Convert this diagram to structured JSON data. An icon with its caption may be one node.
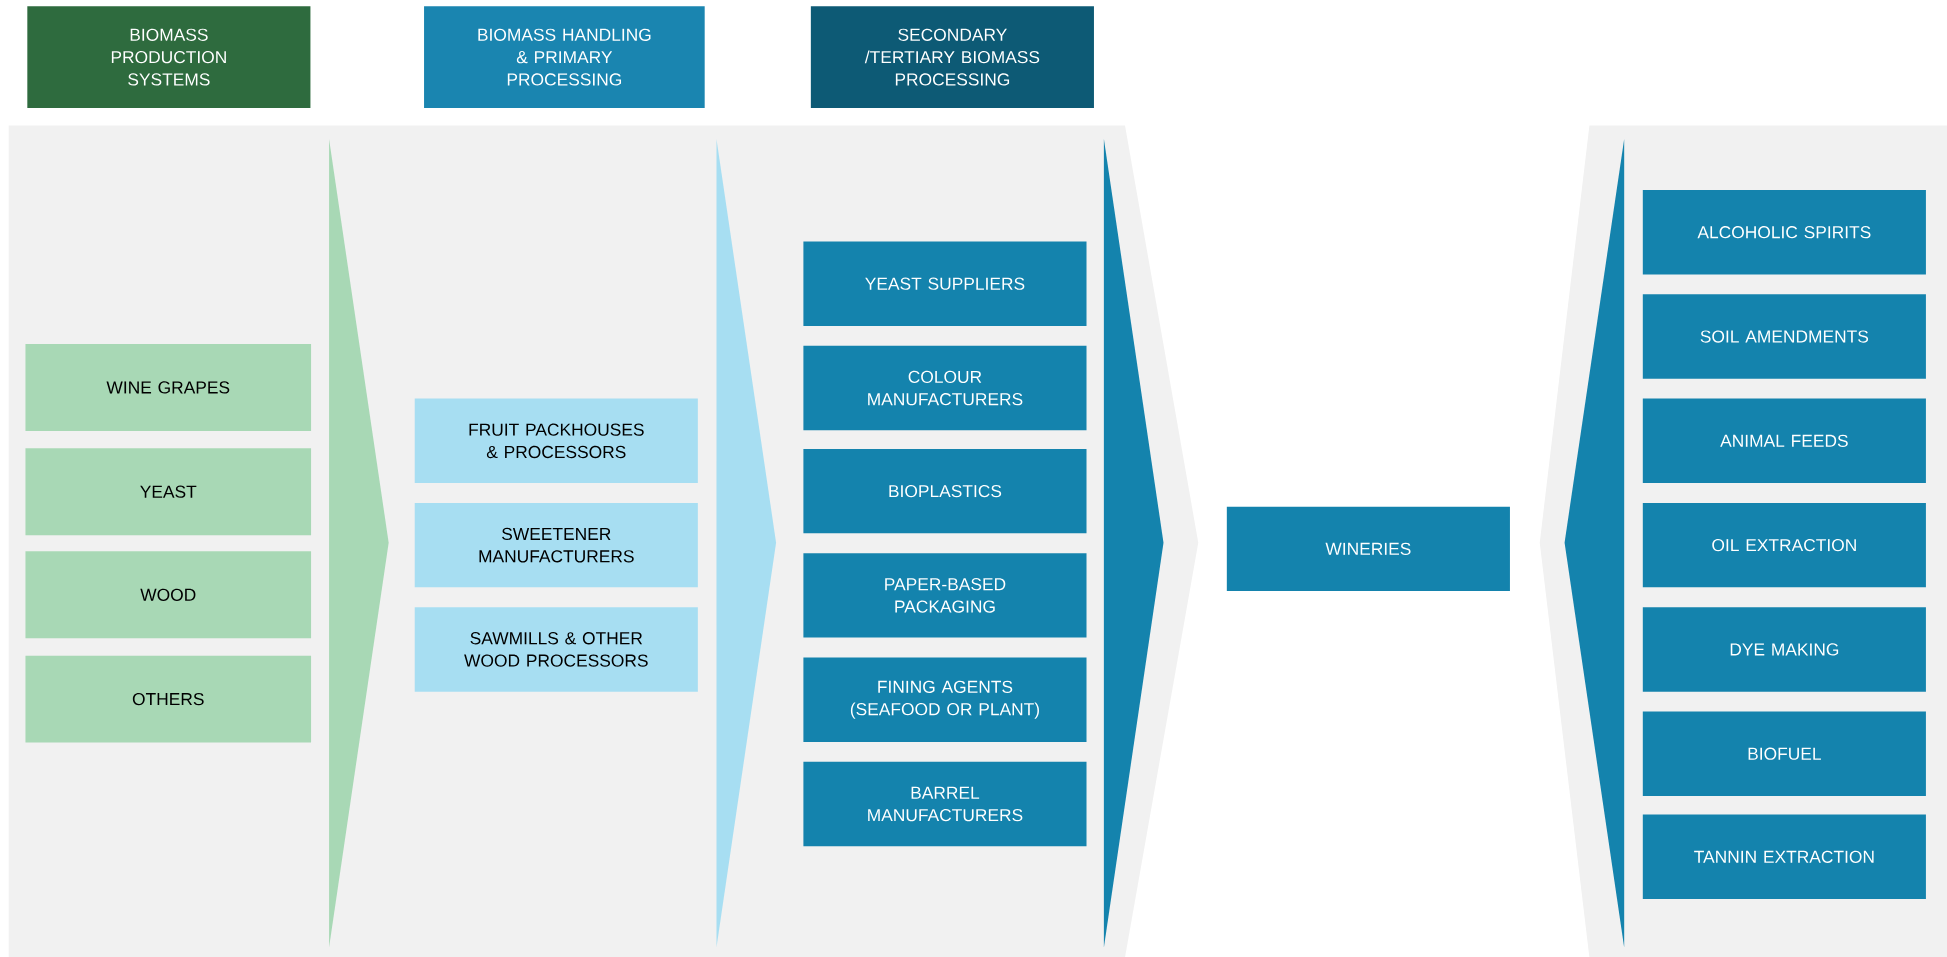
{
  "diagram": {
    "nodes": [
      {
        "text": [
          "BIOMASS PRODUCTION SYSTEMS"
        ]
      },
      {
        "text": [
          "BIOMASS HANDLING & PRIMARY PROCESSING"
        ]
      },
      {
        "text": [
          "SECONDARY /TERTIARY BIOMASS PROCESSING"
        ]
      },
      {
        "text": [
          "WINE GRAPES"
        ]
      },
      {
        "text": [
          "YEAST"
        ]
      },
      {
        "text": [
          "WOOD"
        ]
      },
      {
        "text": [
          "OTHERS"
        ]
      },
      {
        "text": [
          "FRUIT PACKHOUSES & PROCESSORS"
        ]
      },
      {
        "text": [
          "SWEETENER MANUFACTURERS"
        ]
      },
      {
        "text": [
          "SAWMILLS & OTHER WOOD PROCESSORS"
        ]
      },
      {
        "text": [
          "YEAST SUPPLIERS"
        ]
      },
      {
        "text": [
          "COLOUR MANUFACTURERS"
        ]
      },
      {
        "text": [
          "BIOPLASTICS"
        ]
      },
      {
        "text": [
          "PAPER-BASED PACKAGING"
        ]
      },
      {
        "text": [
          "FINING AGENTS (SEAFOOD OR PLANT)"
        ]
      },
      {
        "text": [
          "BARREL MANUFACTURERS"
        ]
      },
      {
        "text": [
          "WINERIES"
        ]
      },
      {
        "text": [
          "ALCOHOLIC SPIRITS"
        ]
      },
      {
        "text": [
          "SOIL AMENDMENTS"
        ]
      },
      {
        "text": [
          "ANIMAL FEEDS"
        ]
      },
      {
        "text": [
          "OIL EXTRACTION"
        ]
      },
      {
        "text": [
          "DYE MAKING"
        ]
      },
      {
        "text": [
          "BIOFUEL"
        ]
      },
      {
        "text": [
          "TANNIN EXTRACTION"
        ]
      }
    ]
  }
}
